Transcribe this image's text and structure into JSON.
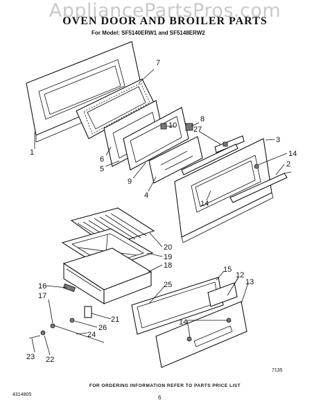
{
  "watermark": "AppliancePartsPros.com",
  "title": "OVEN DOOR AND BROILER PARTS",
  "subtitle": "For Model: SF5140ERW1 and SF5148ERW2",
  "footer_note": "FOR ORDERING INFORMATION REFER TO PARTS PRICE LIST",
  "doc_number": "4314805",
  "page_number": "6",
  "figure_code": "7135",
  "callouts": [
    "1",
    "2",
    "3",
    "4",
    "5",
    "6",
    "7",
    "8",
    "9",
    "10",
    "12",
    "13",
    "14",
    "14",
    "14",
    "15",
    "16",
    "17",
    "18",
    "19",
    "20",
    "21",
    "22",
    "23",
    "24",
    "25",
    "26",
    "27"
  ]
}
